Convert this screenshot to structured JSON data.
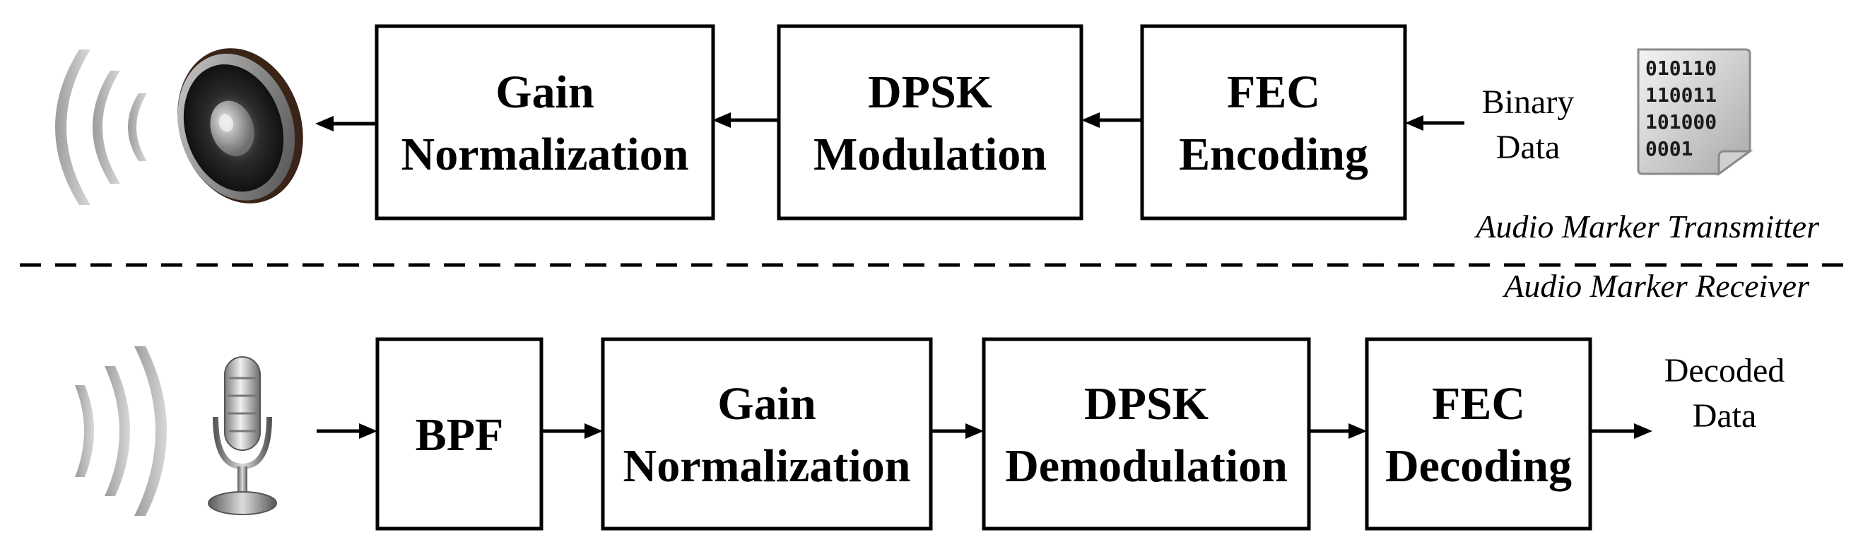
{
  "transmitter": {
    "section_label": "Audio Marker Transmitter",
    "blocks": [
      {
        "id": "gain-normalization",
        "lines": [
          "Gain",
          "Normalization"
        ]
      },
      {
        "id": "dpsk-modulation",
        "lines": [
          "DPSK",
          "Modulation"
        ]
      },
      {
        "id": "fec-encoding",
        "lines": [
          "FEC",
          "Encoding"
        ]
      }
    ],
    "input_label": [
      "Binary",
      "Data"
    ],
    "binary_icon_lines": [
      "010110",
      "110011",
      "101000",
      "0001"
    ],
    "source_icon": "data-file-icon",
    "output_icon": "speaker-icon"
  },
  "receiver": {
    "section_label": "Audio Marker Receiver",
    "blocks": [
      {
        "id": "bpf",
        "lines": [
          "BPF"
        ]
      },
      {
        "id": "gain-normalization",
        "lines": [
          "Gain",
          "Normalization"
        ]
      },
      {
        "id": "dpsk-demodulation",
        "lines": [
          "DPSK",
          "Demodulation"
        ]
      },
      {
        "id": "fec-decoding",
        "lines": [
          "FEC",
          "Decoding"
        ]
      }
    ],
    "output_label": [
      "Decoded",
      "Data"
    ],
    "input_icon": "microphone-icon"
  }
}
